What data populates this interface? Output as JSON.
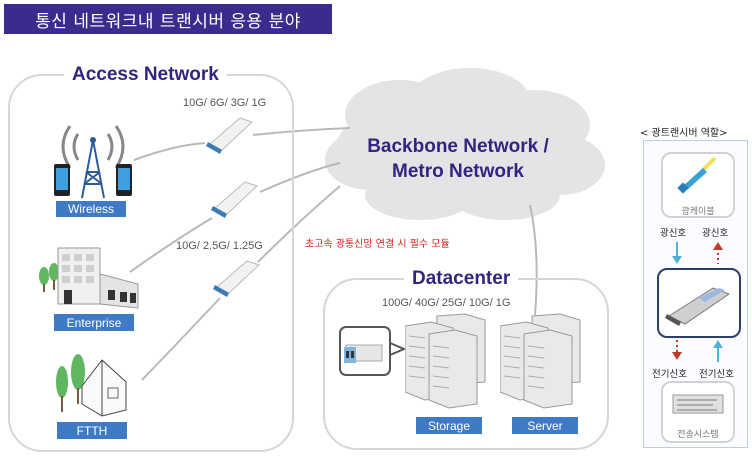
{
  "header": {
    "title": "통신 네트워크내 트랜시버 응용 분야"
  },
  "access_network": {
    "title": "Access Network",
    "speeds_top": "10G/ 6G/ 3G/ 1G",
    "speeds_bottom": "10G/ 2.5G/ 1.25G",
    "nodes": [
      {
        "label": "Wireless",
        "icon": "cell-tower-icon"
      },
      {
        "label": "Enterprise",
        "icon": "office-building-icon"
      },
      {
        "label": "FTTH",
        "icon": "house-icon"
      }
    ]
  },
  "backbone": {
    "title_line1": "Backbone Network /",
    "title_line2": "Metro Network",
    "note": "초고속 광통신망 연결 시 필수 모듈"
  },
  "datacenter": {
    "title": "Datacenter",
    "speeds": "100G/ 40G/ 25G/ 10G/ 1G",
    "nodes": [
      {
        "label": "Storage",
        "icon": "server-rack-icon"
      },
      {
        "label": "Server",
        "icon": "server-rack-icon"
      }
    ]
  },
  "role_panel": {
    "title": "< 광트랜시버  역할>",
    "cable_label": "광케이블",
    "optical_signal_in": "광신호",
    "optical_signal_out": "광신호",
    "electrical_signal_out": "전기신호",
    "electrical_signal_in": "전기신호",
    "system_label": "전송시스템"
  },
  "colors": {
    "header_bg": "#3b2b8c",
    "title_text": "#35237f",
    "label_box": "#3f7bc4",
    "note_red": "#e0201a",
    "arrow_blue": "#4bb3d8",
    "arrow_red": "#c0392b"
  }
}
